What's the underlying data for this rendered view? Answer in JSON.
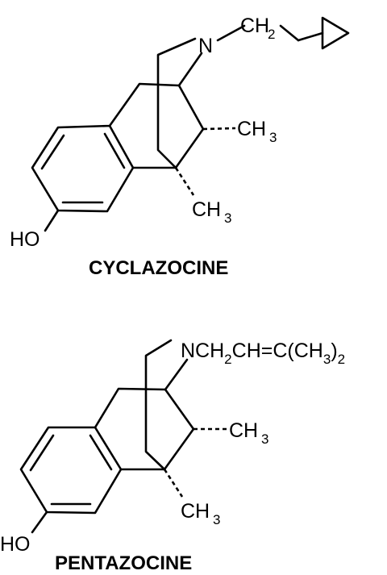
{
  "structures": [
    {
      "name": "CYCLAZOCINE",
      "labels": {
        "hydroxyl": "HO",
        "nitrogen": "N",
        "n_substituent": {
          "main": "CH",
          "sub": "2"
        },
        "methyl_upper": {
          "main": "CH",
          "sub": "3"
        },
        "methyl_lower": {
          "main": "CH",
          "sub": "3"
        }
      }
    },
    {
      "name": "PENTAZOCINE",
      "labels": {
        "hydroxyl": "HO",
        "n_substituent_parts": [
          "NCH",
          "2",
          "CH=C(CH",
          "3",
          ")",
          "2"
        ],
        "methyl_upper": {
          "main": "CH",
          "sub": "3"
        },
        "methyl_lower": {
          "main": "CH",
          "sub": "3"
        }
      }
    }
  ]
}
